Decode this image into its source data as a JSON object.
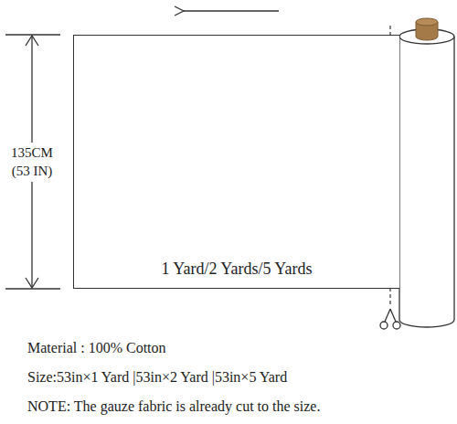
{
  "diagram": {
    "nodes": [
      {
        "text": [
          "1 Yard/2 Yards/5 Yards"
        ]
      }
    ],
    "labels": [
      "135CM (53 IN)",
      "Material : 100% Cotton",
      "Size:53in×1 Yard |53in×2 Yard |53in×5 Yard",
      "NOTE: The gauze fabric is already cut to the size."
    ]
  }
}
